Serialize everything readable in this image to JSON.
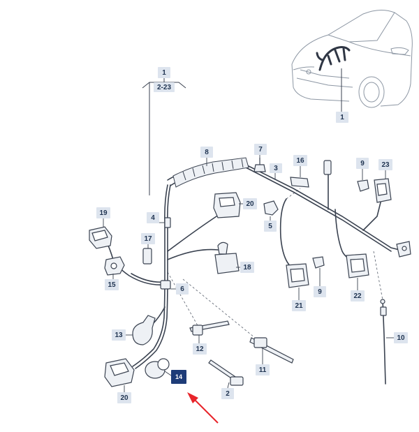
{
  "diagram": {
    "callouts": [
      {
        "id": "c-1-top",
        "label": "1"
      },
      {
        "id": "c-2-23",
        "label": "2-23"
      },
      {
        "id": "c-1-car",
        "label": "1"
      },
      {
        "id": "c-8",
        "label": "8"
      },
      {
        "id": "c-7",
        "label": "7"
      },
      {
        "id": "c-3",
        "label": "3"
      },
      {
        "id": "c-16",
        "label": "16"
      },
      {
        "id": "c-9-top",
        "label": "9"
      },
      {
        "id": "c-23",
        "label": "23"
      },
      {
        "id": "c-20-top",
        "label": "20"
      },
      {
        "id": "c-19",
        "label": "19"
      },
      {
        "id": "c-4",
        "label": "4"
      },
      {
        "id": "c-5",
        "label": "5"
      },
      {
        "id": "c-17",
        "label": "17"
      },
      {
        "id": "c-18",
        "label": "18"
      },
      {
        "id": "c-15",
        "label": "15"
      },
      {
        "id": "c-6",
        "label": "6"
      },
      {
        "id": "c-21",
        "label": "21"
      },
      {
        "id": "c-9-bot",
        "label": "9"
      },
      {
        "id": "c-22",
        "label": "22"
      },
      {
        "id": "c-13",
        "label": "13"
      },
      {
        "id": "c-12",
        "label": "12"
      },
      {
        "id": "c-10",
        "label": "10"
      },
      {
        "id": "c-11",
        "label": "11"
      },
      {
        "id": "c-14",
        "label": "14",
        "selected": true
      },
      {
        "id": "c-2",
        "label": "2"
      },
      {
        "id": "c-20-bot",
        "label": "20"
      }
    ],
    "colors": {
      "callout_bg": "#dde4ee",
      "callout_text": "#1f3350",
      "selected_bg": "#1e3c78",
      "selected_text": "#ffffff",
      "arrow": "#e8252b",
      "harness": "#3a4250",
      "part_fill": "#eef1f5",
      "car_line": "#8c96a3",
      "car_harness": "#2f3644"
    }
  }
}
